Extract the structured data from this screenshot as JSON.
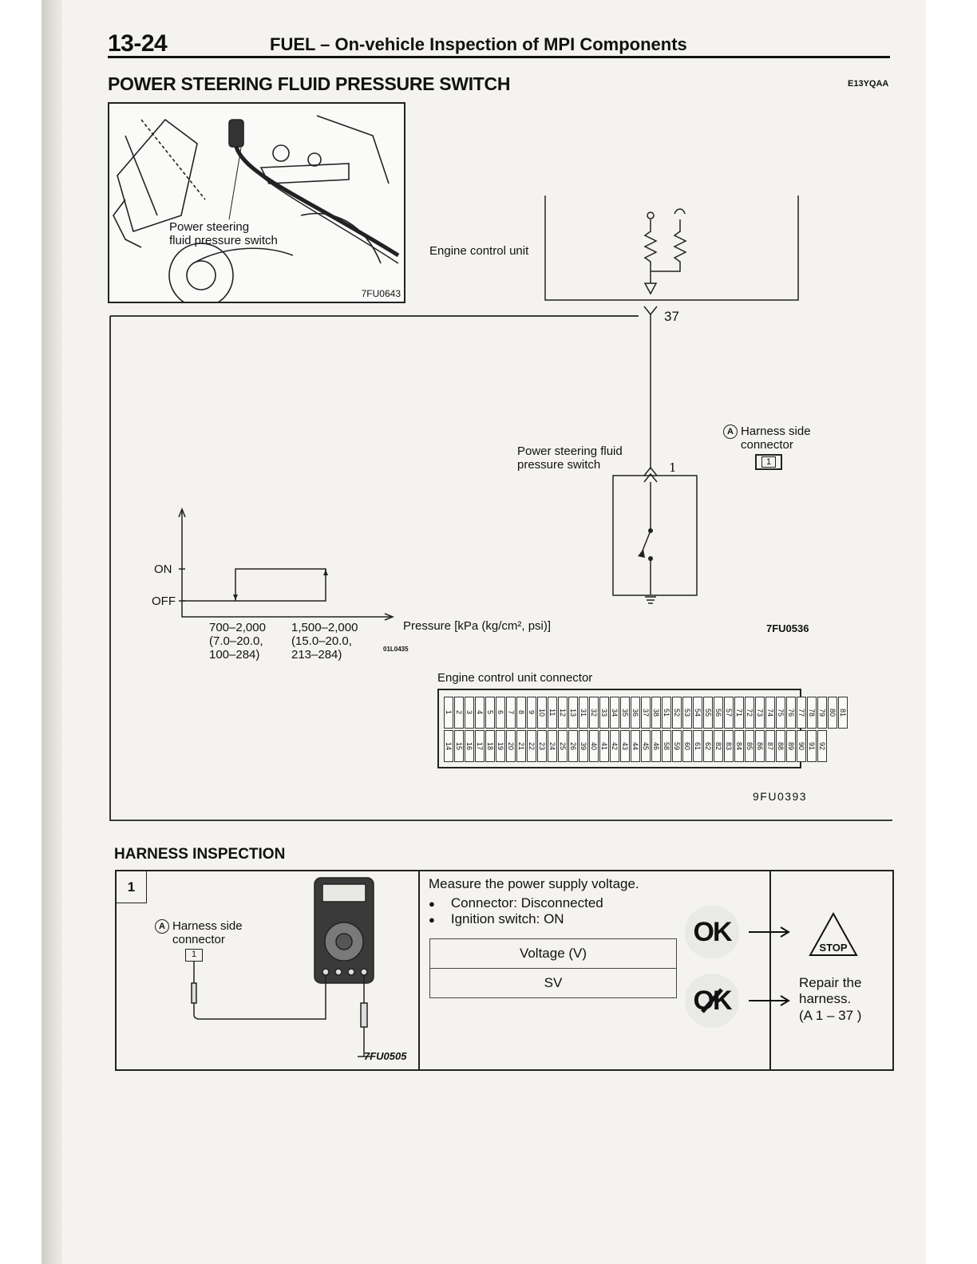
{
  "page": {
    "number": "13-24",
    "header": "FUEL – On-vehicle Inspection of MPI Components"
  },
  "section": {
    "title": "POWER STEERING FLUID PRESSURE SWITCH",
    "code": "E13YQAA"
  },
  "photo": {
    "caption_line1": "Power steering",
    "caption_line2": "fluid pressure switch",
    "code": "7FU0643"
  },
  "circuit": {
    "ecu_label": "Engine control unit",
    "terminal": "37",
    "switch_label_line1": "Power steering fluid",
    "switch_label_line2": "pressure switch",
    "switch_terminal": "1",
    "harness_label_line1": "Harness side",
    "harness_label_line2": "connector",
    "harness_marker": "A",
    "harness_pin": "1",
    "code": "7FU0536"
  },
  "graph": {
    "on_label": "ON",
    "off_label": "OFF",
    "xlabel": "Pressure [kPa (kg/cm², psi)]",
    "point1_line1": "700–2,000",
    "point1_line2": "(7.0–20.0,",
    "point1_line3": "100–284)",
    "point2_line1": "1,500–2,000",
    "point2_line2": "(15.0–20.0,",
    "point2_line3": "213–284)",
    "code": "01L0435"
  },
  "ecu_connector": {
    "title": "Engine control unit connector",
    "code": "9FU0393",
    "top_pins": [
      "1",
      "2",
      "3",
      "4",
      "5",
      "6",
      "7",
      "8",
      "9",
      "10",
      "11",
      "12",
      "13",
      "31",
      "32",
      "33",
      "34",
      "35",
      "36",
      "37",
      "38",
      "51",
      "52",
      "53",
      "54",
      "55",
      "56",
      "57",
      "71",
      "72",
      "73",
      "74",
      "75",
      "76",
      "77",
      "78",
      "79",
      "80",
      "81"
    ],
    "bottom_pins": [
      "14",
      "15",
      "16",
      "17",
      "18",
      "19",
      "20",
      "21",
      "22",
      "23",
      "24",
      "25",
      "26",
      "39",
      "40",
      "41",
      "42",
      "43",
      "44",
      "45",
      "46",
      "58",
      "59",
      "60",
      "61",
      "62",
      "82",
      "83",
      "84",
      "85",
      "86",
      "87",
      "88",
      "89",
      "90",
      "91",
      "92"
    ]
  },
  "harness": {
    "title": "HARNESS INSPECTION",
    "step": "1",
    "marker": "A",
    "connector_label_line1": "Harness side",
    "connector_label_line2": "connector",
    "connector_pin": "1",
    "image_code": "7FU0505",
    "instruction": "Measure the power supply voltage.",
    "conditions": [
      "Connector: Disconnected",
      "Ignition switch: ON"
    ],
    "table_header": "Voltage  (V)",
    "table_value": "SV",
    "ok_label": "OK",
    "ng_label": "OK",
    "stop_label": "STOP",
    "repair_line1": "Repair the",
    "repair_line2": "harness.",
    "repair_ref": "(A 1 – 37 )"
  }
}
